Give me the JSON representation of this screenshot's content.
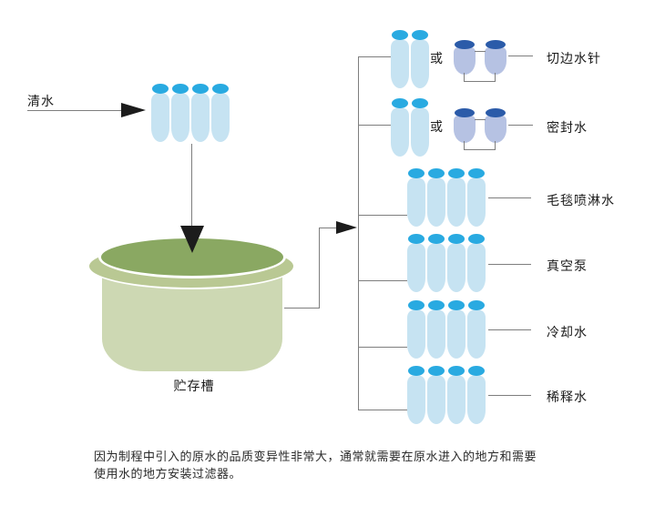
{
  "diagram": {
    "source_label": "清水",
    "inlet_tube_count": 4,
    "or_label": "或",
    "tank_label": "贮存槽",
    "branches": [
      {
        "label": "切边水针",
        "tube_count": 2,
        "has_bag_filters": true
      },
      {
        "label": "密封水",
        "tube_count": 2,
        "has_bag_filters": true
      },
      {
        "label": "毛毯喷淋水",
        "tube_count": 4,
        "has_bag_filters": false
      },
      {
        "label": "真空泵",
        "tube_count": 4,
        "has_bag_filters": false
      },
      {
        "label": "冷却水",
        "tube_count": 4,
        "has_bag_filters": false
      },
      {
        "label": "稀释水",
        "tube_count": 4,
        "has_bag_filters": false
      }
    ]
  },
  "caption": {
    "line1": "因为制程中引入的原水的品质变异性非常大，通常就需要在原水进入的地方和需要",
    "line2": "使用水的地方安装过滤器。"
  },
  "colors": {
    "tube_cap": "#29aae1",
    "tube_body": "#c6e3f2",
    "vessel_cap": "#2b5ba9",
    "vessel_body": "#b6c2e3",
    "tank_top": "#8aa862",
    "tank_rim": "#b9c893",
    "tank_body": "#cdd8b3",
    "line": "#7e7e7e",
    "arrow": "#1c1c1c",
    "text": "#1a1a1a"
  }
}
